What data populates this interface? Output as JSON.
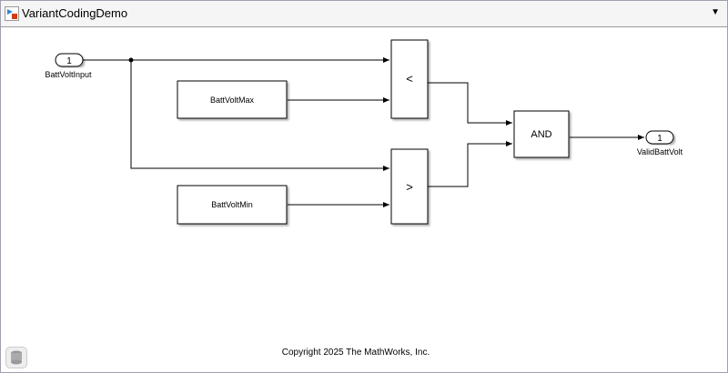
{
  "window": {
    "title": "VariantCodingDemo"
  },
  "blocks": {
    "inport": {
      "number": "1",
      "label": "BattVoltInput"
    },
    "max": "BattVoltMax",
    "min": "BattVoltMin",
    "lt": "<",
    "gt": ">",
    "and": "AND",
    "outport": {
      "number": "1",
      "label": "ValidBattVolt"
    }
  },
  "footer": {
    "copyright": "Copyright 2025 The MathWorks, Inc."
  }
}
